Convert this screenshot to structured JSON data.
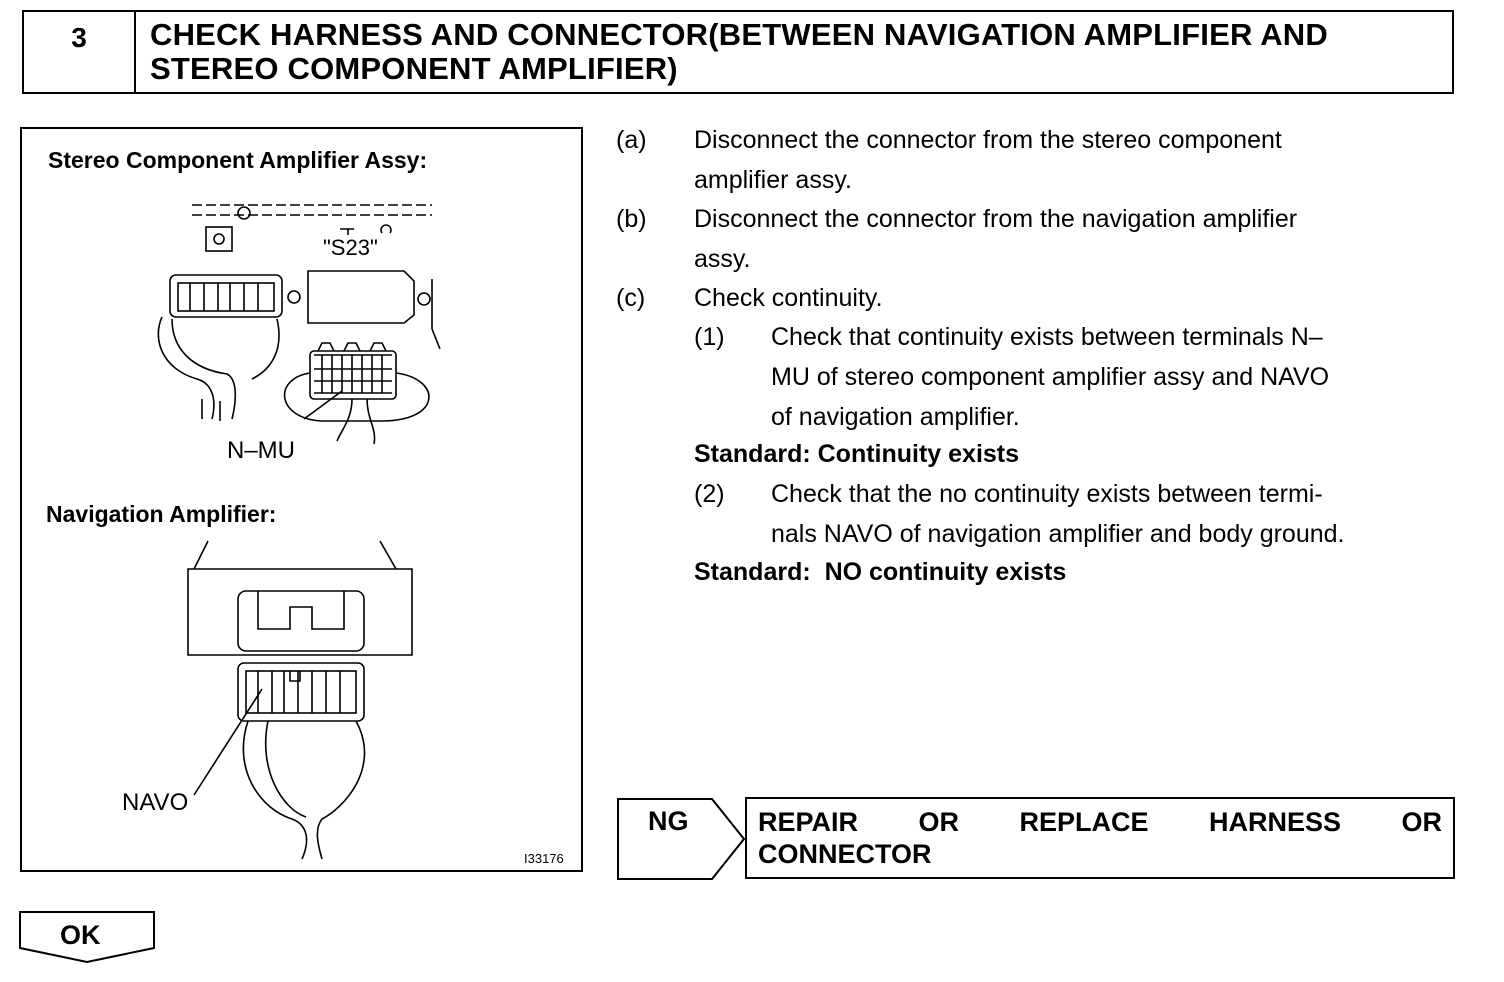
{
  "header": {
    "step_number": "3",
    "title_line1": "CHECK HARNESS AND CONNECTOR(BETWEEN NAVIGATION AMPLIFIER AND",
    "title_line2": "STEREO COMPONENT AMPLIFIER)"
  },
  "figure": {
    "label_stereo": "Stereo Component Amplifier Assy:",
    "connector_code": "\"S23\"",
    "callout_nmu": "N–MU",
    "label_nav": "Navigation Amplifier:",
    "callout_navo": "NAVO",
    "figure_id": "I33176"
  },
  "steps": [
    {
      "letter": "(a)",
      "lines": [
        "Disconnect the connector from the stereo component",
        "amplifier assy."
      ]
    },
    {
      "letter": "(b)",
      "lines": [
        "Disconnect the connector from the navigation amplifier",
        "assy."
      ]
    },
    {
      "letter": "(c)",
      "lines": [
        "Check continuity."
      ]
    }
  ],
  "substeps": [
    {
      "num": "(1)",
      "lines": [
        "Check that continuity exists between terminals N–",
        "MU of stereo component amplifier assy and NAVO",
        "of navigation amplifier."
      ]
    },
    {
      "num": "(2)",
      "lines": [
        "Check that the no continuity exists between termi-",
        "nals NAVO of navigation amplifier and body ground."
      ]
    }
  ],
  "standards": [
    "Standard: Continuity exists",
    "Standard:  NO continuity exists"
  ],
  "result_ng": {
    "label": "NG",
    "words_line1": [
      "REPAIR",
      "OR",
      "REPLACE",
      "HARNESS",
      "OR"
    ],
    "line2": "CONNECTOR"
  },
  "result_ok": {
    "label": "OK"
  }
}
